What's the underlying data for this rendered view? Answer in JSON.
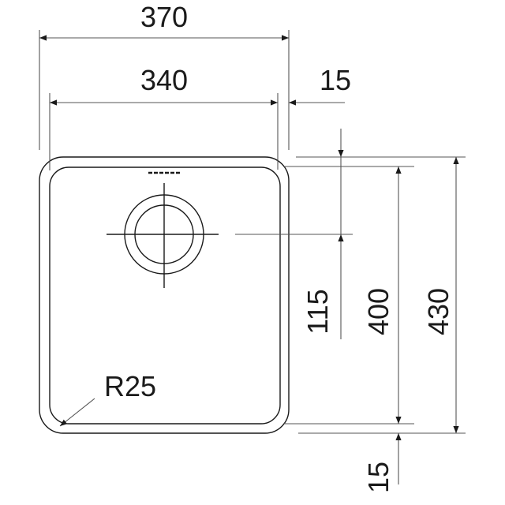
{
  "drawing": {
    "title": "Sink dimension drawing",
    "dimensions": {
      "overall_width": "370",
      "bowl_width": "340",
      "rim_width": "15",
      "drain_offset": "115",
      "bowl_depth": "400",
      "overall_depth": "430",
      "rim_bottom": "15",
      "corner_radius": "R25"
    }
  }
}
